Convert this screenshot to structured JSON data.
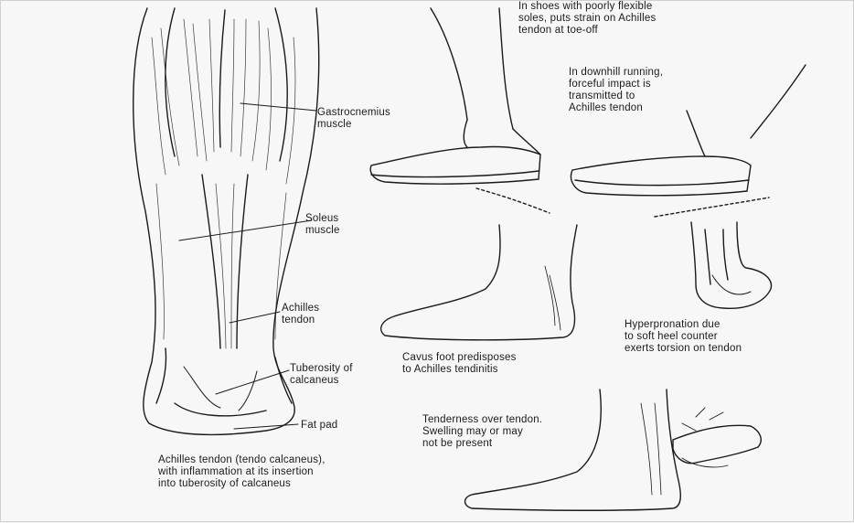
{
  "labels": {
    "gastrocnemius": "Gastrocnemius\nmuscle",
    "soleus": "Soleus\nmuscle",
    "achilles": "Achilles\ntendon",
    "tuberosity": "Tuberosity of\ncalcaneus",
    "fat_pad": "Fat pad",
    "caption_left": "Achilles tendon (tendo calcaneus),\nwith inflammation at its insertion\ninto tuberosity of calcaneus",
    "shoes": "In shoes with poorly flexible\nsoles, puts strain on Achilles\ntendon at toe-off",
    "downhill": "In downhill running,\nforceful impact is\ntransmitted to\nAchilles tendon",
    "cavus": "Cavus foot predisposes\nto Achilles tendinitis",
    "hyperpronation": "Hyperpronation due\nto soft heel counter\nexerts torsion on tendon",
    "tenderness": "Tenderness over tendon.\nSwelling may or may\nnot be present"
  },
  "colors": {
    "ink": "#1a1a1a",
    "paper": "#f7f7f7"
  }
}
